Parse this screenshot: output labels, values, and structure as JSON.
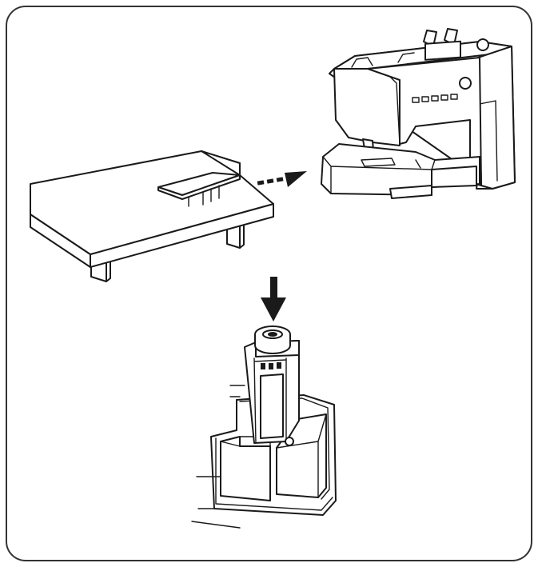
{
  "figure": {
    "panels": [
      {
        "id": "attach-extension-table",
        "icons": [
          "extension-table",
          "sewing-machine",
          "dashed-arrow-right"
        ]
      },
      {
        "id": "insert-table-leg",
        "icons": [
          "table-leg-socket",
          "arrow-down-icon"
        ]
      }
    ],
    "colors": {
      "ink": "#1a1a1a",
      "paper": "#ffffff",
      "frame": "#333333"
    }
  }
}
